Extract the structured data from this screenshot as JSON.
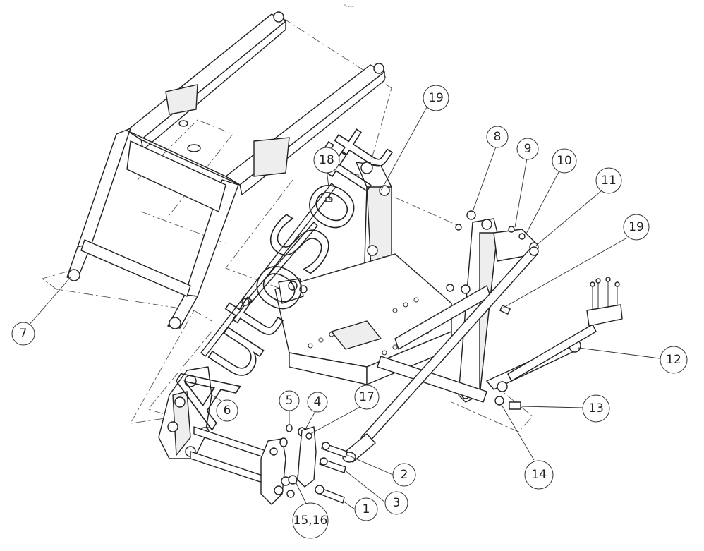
{
  "watermark": {
    "text": "AutoSoft"
  },
  "corner_mark": "⁰ₑ ₐₘₘ",
  "callouts": [
    {
      "id": "7",
      "label": "7"
    },
    {
      "id": "18",
      "label": "18"
    },
    {
      "id": "19a",
      "label": "19"
    },
    {
      "id": "8",
      "label": "8"
    },
    {
      "id": "9",
      "label": "9"
    },
    {
      "id": "10",
      "label": "10"
    },
    {
      "id": "11",
      "label": "11"
    },
    {
      "id": "19b",
      "label": "19"
    },
    {
      "id": "12",
      "label": "12"
    },
    {
      "id": "13",
      "label": "13"
    },
    {
      "id": "14",
      "label": "14"
    },
    {
      "id": "6",
      "label": "6"
    },
    {
      "id": "5",
      "label": "5"
    },
    {
      "id": "4",
      "label": "4"
    },
    {
      "id": "17",
      "label": "17"
    },
    {
      "id": "2",
      "label": "2"
    },
    {
      "id": "3",
      "label": "3"
    },
    {
      "id": "1",
      "label": "1"
    },
    {
      "id": "15_16",
      "label": "15,16"
    }
  ]
}
